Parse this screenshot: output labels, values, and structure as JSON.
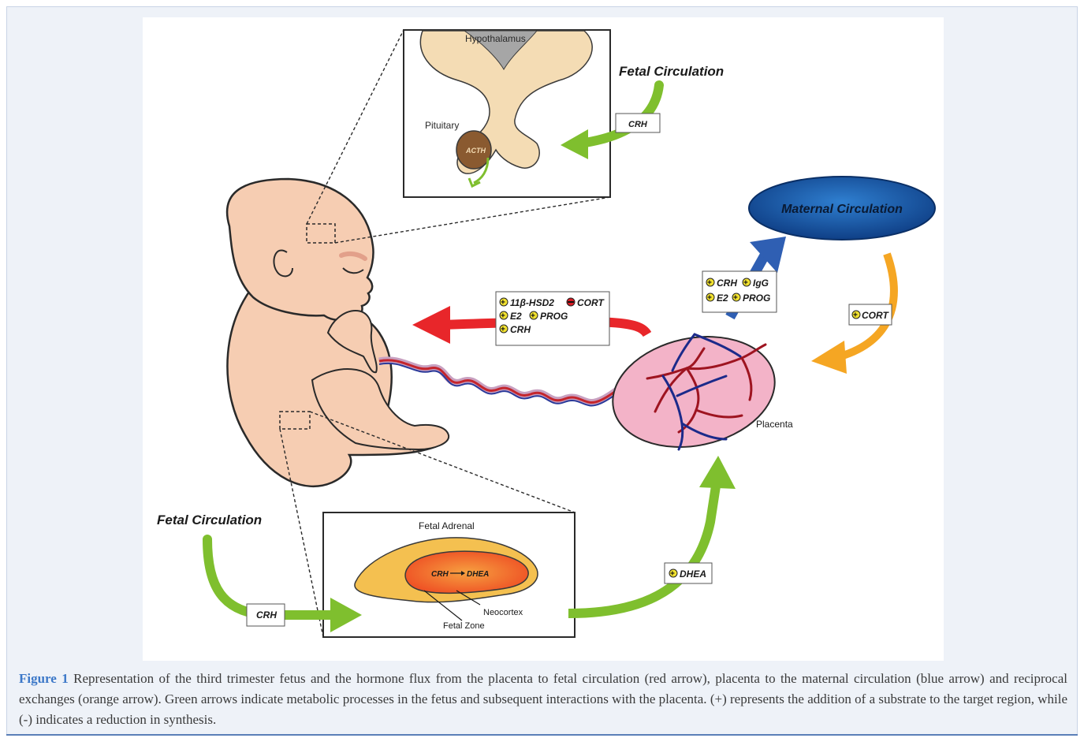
{
  "figure": {
    "caption_label": "Figure 1",
    "caption_text": " Representation of the third trimester fetus and the hormone flux from the placenta to fetal circulation (red arrow), placenta to the maternal circulation (blue arrow) and reciprocal exchanges (orange arrow). Green arrows indicate metabolic processes in the fetus and subsequent interactions with the placenta. (+) represents the addition of a substrate to the target region, while (-) indicates a reduction in synthesis."
  },
  "brain_inset": {
    "hypothalamus": "Hypothalamus",
    "pituitary": "Pituitary",
    "acth": "ACTH"
  },
  "fetal_circulation_top": "Fetal Circulation",
  "crh_top": "CRH",
  "maternal_circulation": "Maternal Circulation",
  "placenta_to_maternal": {
    "line1_a": "CRH",
    "line1_b": "IgG",
    "line2_a": "E2",
    "line2_b": "PROG"
  },
  "maternal_to_placenta": "CORT",
  "placenta_to_fetus": {
    "line1_a": "11β-HSD2",
    "line1_b": "CORT",
    "line2_a": "E2",
    "line2_b": "PROG",
    "line3": "CRH"
  },
  "placenta": "Placenta",
  "fetal_circulation_bottom": "Fetal Circulation",
  "crh_bottom": "CRH",
  "adrenal_inset": {
    "title": "Fetal Adrenal",
    "crh": "CRH",
    "dhea": "DHEA",
    "neocortex": "Neocortex",
    "fetal_zone": "Fetal Zone"
  },
  "dhea_label": "DHEA",
  "colors": {
    "green_arrow": "#7fbf2e",
    "red_arrow": "#e8262a",
    "blue_arrow": "#2f5fb3",
    "orange_arrow": "#f5a623",
    "maternal_ellipse": "#1a5fb0",
    "caption_label": "#3c78c8",
    "skin": "#f6cdb2",
    "placenta": "#f3b3c8"
  }
}
